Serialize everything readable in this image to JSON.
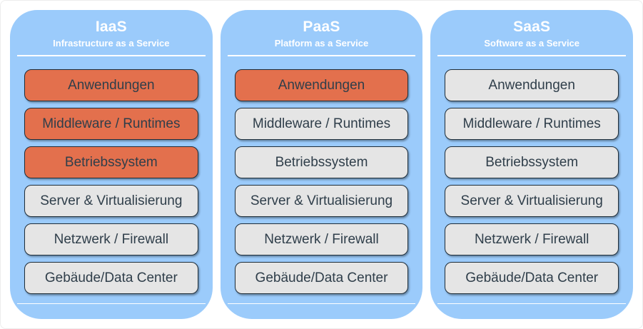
{
  "colors": {
    "col-bg": "#9BCBFB",
    "box-orange": "#E3704D",
    "box-gray": "#E5E5E5",
    "box-border": "#1F2E3A",
    "box-text": "#2F3E4A",
    "header-text": "#FFFFFF",
    "page-bg": "#FFFFFF"
  },
  "columns": [
    {
      "title": "IaaS",
      "subtitle": "Infrastructure as a Service",
      "boxes": [
        {
          "label": "Anwendungen",
          "variant": "orange"
        },
        {
          "label": "Middleware / Runtimes",
          "variant": "orange"
        },
        {
          "label": "Betriebssystem",
          "variant": "orange"
        },
        {
          "label": "Server & Virtualisierung",
          "variant": "gray"
        },
        {
          "label": "Netzwerk / Firewall",
          "variant": "gray"
        },
        {
          "label": "Gebäude/Data Center",
          "variant": "gray"
        }
      ]
    },
    {
      "title": "PaaS",
      "subtitle": "Platform as a Service",
      "boxes": [
        {
          "label": "Anwendungen",
          "variant": "orange"
        },
        {
          "label": "Middleware / Runtimes",
          "variant": "gray"
        },
        {
          "label": "Betriebssystem",
          "variant": "gray"
        },
        {
          "label": "Server & Virtualisierung",
          "variant": "gray"
        },
        {
          "label": "Netzwerk / Firewall",
          "variant": "gray"
        },
        {
          "label": "Gebäude/Data Center",
          "variant": "gray"
        }
      ]
    },
    {
      "title": "SaaS",
      "subtitle": "Software as a Service",
      "boxes": [
        {
          "label": "Anwendungen",
          "variant": "gray"
        },
        {
          "label": "Middleware / Runtimes",
          "variant": "gray"
        },
        {
          "label": "Betriebssystem",
          "variant": "gray"
        },
        {
          "label": "Server & Virtualisierung",
          "variant": "gray"
        },
        {
          "label": "Netzwerk / Firewall",
          "variant": "gray"
        },
        {
          "label": "Gebäude/Data Center",
          "variant": "gray"
        }
      ]
    }
  ]
}
